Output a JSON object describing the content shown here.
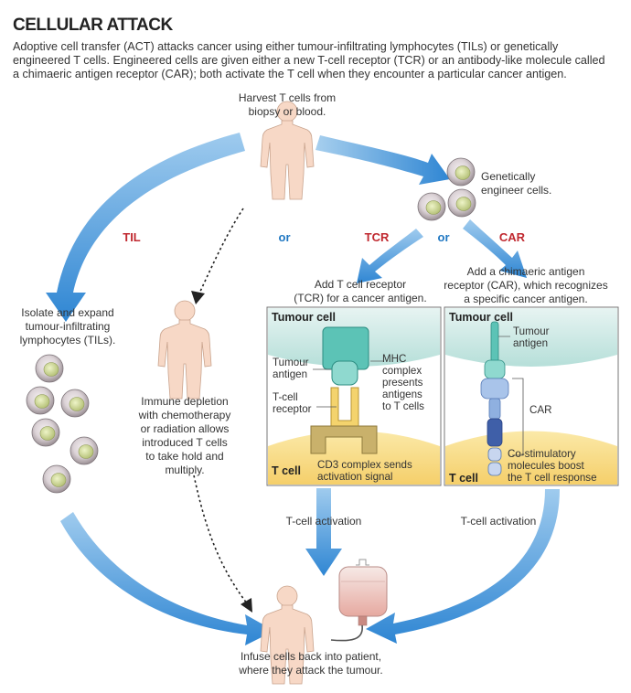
{
  "title": "CELLULAR ATTACK",
  "intro_lines": [
    "Adoptive cell transfer (ACT) attacks cancer using either tumour-infiltrating lymphocytes (TILs) or genetically",
    "engineered T cells. Engineered cells are given either a new T-cell receptor (TCR) or an antibody-like molecule called",
    "a chimaeric antigen receptor (CAR); both activate the T cell when they encounter a particular cancer antigen."
  ],
  "harvest": [
    "Harvest T cells from",
    "biopsy or blood."
  ],
  "genetic": [
    "Genetically",
    "engineer cells."
  ],
  "routes": {
    "til": "TIL",
    "or1": "or",
    "tcr": "TCR",
    "or2": "or",
    "car": "CAR"
  },
  "isolate": [
    "Isolate and expand",
    "tumour-infiltrating",
    "lymphocytes (TILs)."
  ],
  "immune": [
    "Immune depletion",
    "with chemotherapy",
    "or radiation allows",
    "introduced T cells",
    "to take hold and",
    "multiply."
  ],
  "add_tcr": [
    "Add T cell receptor",
    "(TCR) for a cancer antigen."
  ],
  "add_car": [
    "Add a chimaeric antigen",
    "receptor (CAR), which recognizes",
    "a specific cancer antigen."
  ],
  "tcr_panel": {
    "tumour_cell": "Tumour cell",
    "t_cell": "T cell",
    "tumour_antigen": [
      "Tumour",
      "antigen"
    ],
    "t_cell_receptor": [
      "T-cell",
      "receptor"
    ],
    "mhc": [
      "MHC",
      "complex",
      "presents",
      "antigens",
      "to T cells"
    ],
    "cd3": [
      "CD3 complex sends",
      "activation signal"
    ]
  },
  "car_panel": {
    "tumour_cell": "Tumour cell",
    "t_cell": "T cell",
    "tumour_antigen": [
      "Tumour",
      "antigen"
    ],
    "car": "CAR",
    "costim": [
      "Co-stimulatory",
      "molecules boost",
      "the T cell response"
    ]
  },
  "activation_left": "T-cell activation",
  "activation_right": "T-cell activation",
  "infuse": [
    "Infuse cells back into patient,",
    "where they attack the tumour."
  ],
  "colors": {
    "arrow_blue": "#3a8fd6",
    "label_red": "#c0282f",
    "label_blue": "#1f77c2",
    "tumour_teal": "#bfe3df",
    "tcell_yellow": "#fbe7a2",
    "receptor_teal": "#5cc3b6"
  }
}
